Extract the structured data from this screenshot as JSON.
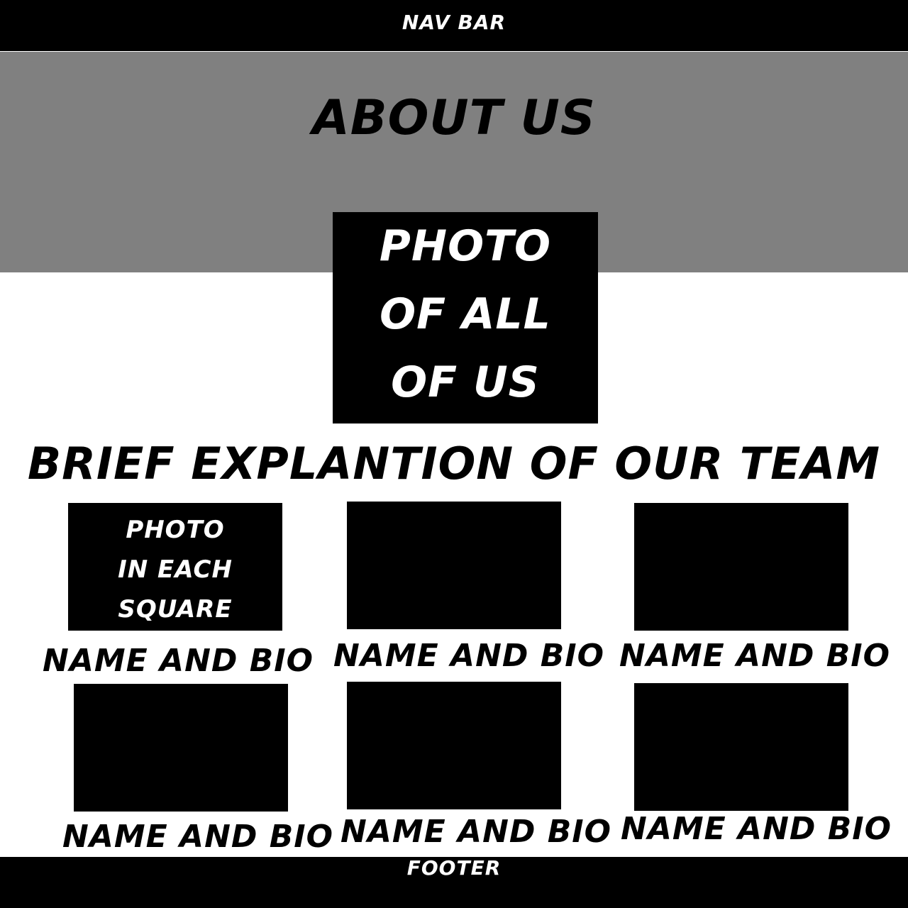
{
  "nav": {
    "label": "NAV BAR"
  },
  "hero": {
    "title": "ABOUT US"
  },
  "group_photo": {
    "label": "PHOTO\nOF ALL\nOF US"
  },
  "team": {
    "heading": "BRIEF EXPLANTION OF OUR TEAM",
    "members": [
      {
        "photo_label": "PHOTO\nIN EACH\nSQUARE",
        "bio": "NAME AND BIO"
      },
      {
        "photo_label": "",
        "bio": "NAME AND BIO"
      },
      {
        "photo_label": "",
        "bio": "NAME AND BIO"
      },
      {
        "photo_label": "",
        "bio": "NAME AND BIO"
      },
      {
        "photo_label": "",
        "bio": "NAME AND BIO"
      },
      {
        "photo_label": "",
        "bio": "NAME AND BIO"
      }
    ]
  },
  "footer": {
    "label": "FOOTER"
  },
  "colors": {
    "bar": "#000000",
    "hero_background": "#808080",
    "page_background": "#ffffff"
  }
}
